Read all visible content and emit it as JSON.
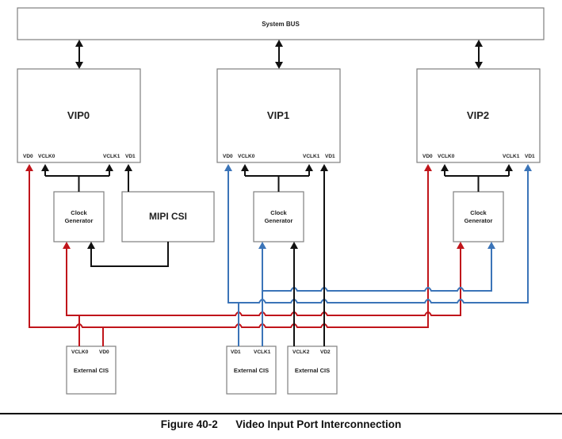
{
  "diagram": {
    "bus_label": "System BUS",
    "vips": [
      {
        "name": "VIP0",
        "pins": [
          "VD0",
          "VCLK0",
          "VCLK1",
          "VD1"
        ]
      },
      {
        "name": "VIP1",
        "pins": [
          "VD0",
          "VCLK0",
          "VCLK1",
          "VD1"
        ]
      },
      {
        "name": "VIP2",
        "pins": [
          "VD0",
          "VCLK0",
          "VCLK1",
          "VD1"
        ]
      }
    ],
    "clock_generator_line1": "Clock",
    "clock_generator_line2": "Generator",
    "mipi_label": "MIPI CSI",
    "external_cis": [
      {
        "label": "External CIS",
        "pins": [
          "VCLK0",
          "VD0"
        ]
      },
      {
        "label": "External CIS",
        "pins": [
          "VD1",
          "VCLK1"
        ]
      },
      {
        "label": "External CIS",
        "pins": [
          "VCLK2",
          "VD2"
        ]
      }
    ],
    "colors": {
      "red": "#c0151b",
      "blue": "#3b74b8",
      "black": "#111111",
      "box_border": "#7f7f7f"
    }
  },
  "caption": {
    "figure_number": "Figure 40-2",
    "title": "Video Input Port Interconnection"
  }
}
